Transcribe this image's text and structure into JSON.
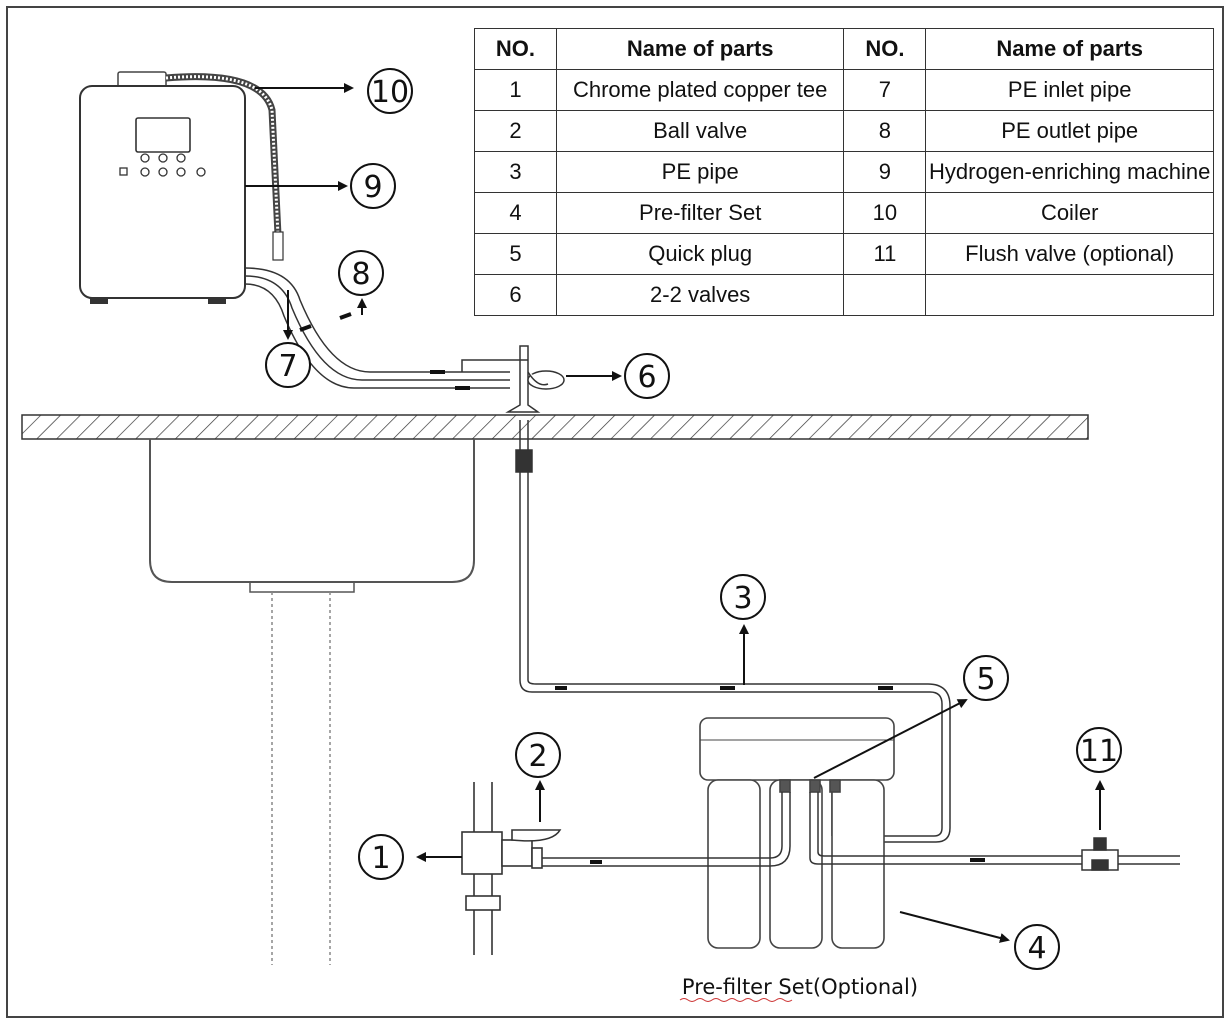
{
  "parts_table": {
    "headers": [
      "NO.",
      "Name of parts",
      "NO.",
      "Name of parts"
    ],
    "rows": [
      [
        "1",
        "Chrome plated copper tee",
        "7",
        "PE inlet pipe"
      ],
      [
        "2",
        "Ball valve",
        "8",
        "PE outlet pipe"
      ],
      [
        "3",
        "PE pipe",
        "9",
        "Hydrogen-enriching machine"
      ],
      [
        "4",
        "Pre-filter Set",
        "10",
        "Coiler"
      ],
      [
        "5",
        "Quick plug",
        "11",
        "Flush valve (optional)"
      ],
      [
        "6",
        "2-2 valves",
        "",
        ""
      ]
    ]
  },
  "callouts": [
    "1",
    "2",
    "3",
    "4",
    "5",
    "6",
    "7",
    "8",
    "9",
    "10",
    "11"
  ],
  "caption": "Pre-filter Set(Optional)"
}
